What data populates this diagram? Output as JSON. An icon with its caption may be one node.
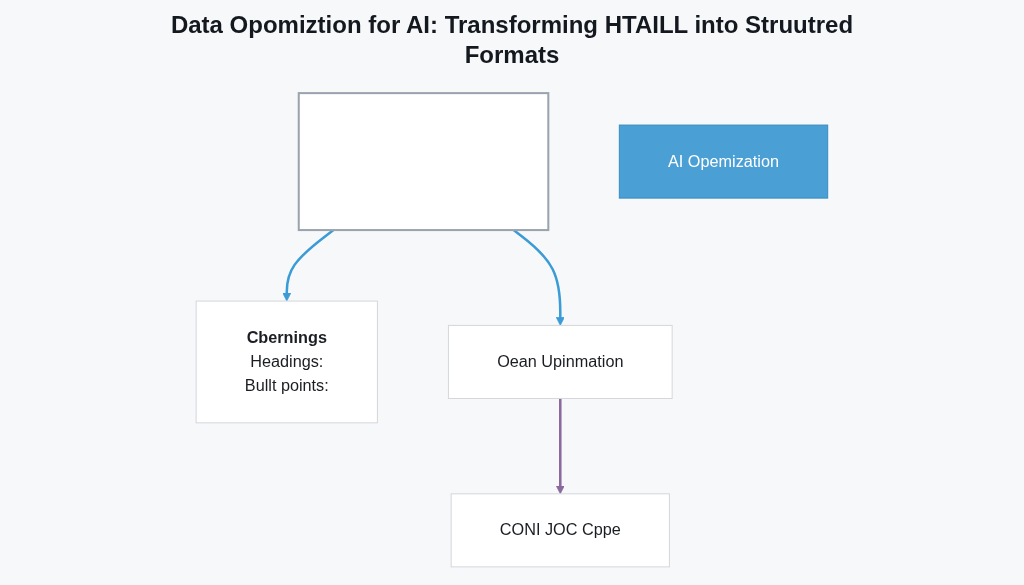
{
  "diagram": {
    "title": "Data Opomiztion for AI: Transforming HTAILL into Struutred Formats",
    "nodes": [
      {
        "text": [],
        "shape": "box"
      },
      {
        "text": [
          "Cbernings",
          "Headings:",
          "Bullt points:"
        ]
      },
      {
        "text": [
          "AI Opemization"
        ]
      },
      {
        "text": [
          "Oean Upinmation"
        ]
      },
      {
        "text": [
          "CONI JOC Cppe"
        ]
      }
    ],
    "edges": [
      {
        "from": 0,
        "to": 1,
        "arrow": "to"
      },
      {
        "from": 0,
        "to": 3,
        "arrow": "to"
      },
      {
        "from": 3,
        "to": 4,
        "arrow": "to",
        "color": "#8a6a9e"
      }
    ]
  }
}
